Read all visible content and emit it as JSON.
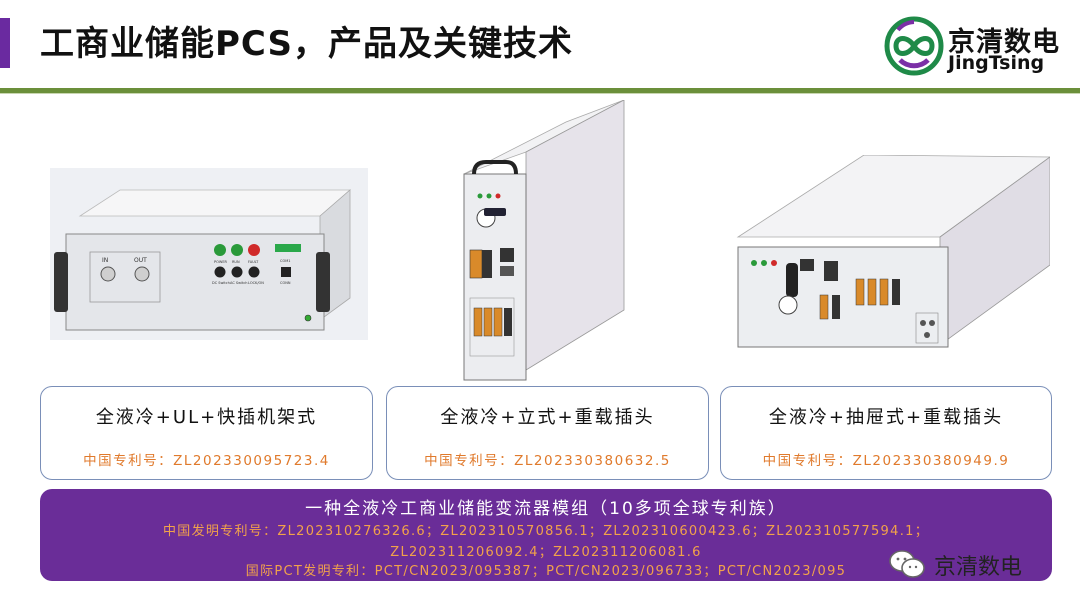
{
  "header": {
    "title": "工商业储能PCS，产品及关键技术",
    "accent_color": "#6a2aa0",
    "rule_color": "#6b8f3a"
  },
  "logo": {
    "name_cn": "京清数电",
    "name_en": "JingTsing",
    "icon": "infinity-loop-logo-icon"
  },
  "products": [
    {
      "icon": "rack-mount-pcs-unit-image",
      "panel_labels": {
        "in": "IN",
        "out": "OUT",
        "power": "POWER",
        "run": "RUN",
        "fault": "FAULT",
        "dc_switch": "DC Switch",
        "ac_switch": "AC Switch",
        "lock": "LOCK/ON",
        "com": "COM1",
        "conn": "CONN"
      },
      "title": "全液冷+UL+快插机架式",
      "patent": "中国专利号：ZL202330095723.4"
    },
    {
      "icon": "vertical-pcs-unit-image",
      "title": "全液冷+立式+重载插头",
      "patent": "中国专利号：ZL202330380632.5"
    },
    {
      "icon": "drawer-pcs-unit-image",
      "title": "全液冷+抽屉式+重载插头",
      "patent": "中国专利号：ZL202330380949.9"
    }
  ],
  "banner": {
    "title": "一种全液冷工商业储能变流器模组（10多项全球专利族）",
    "line1": "中国发明专利号：ZL202310276326.6；ZL202310570856.1；ZL202310600423.6；ZL202310577594.1；",
    "line2": "ZL202311206092.4；ZL202311206081.6",
    "line3": "国际PCT发明专利：PCT/CN2023/095387；PCT/CN2023/096733；PCT/CN2023/095",
    "bg_color": "#6a2d98",
    "text_color": "#f2a24a"
  },
  "watermark": {
    "icon": "wechat-icon",
    "text": "京清数电"
  }
}
